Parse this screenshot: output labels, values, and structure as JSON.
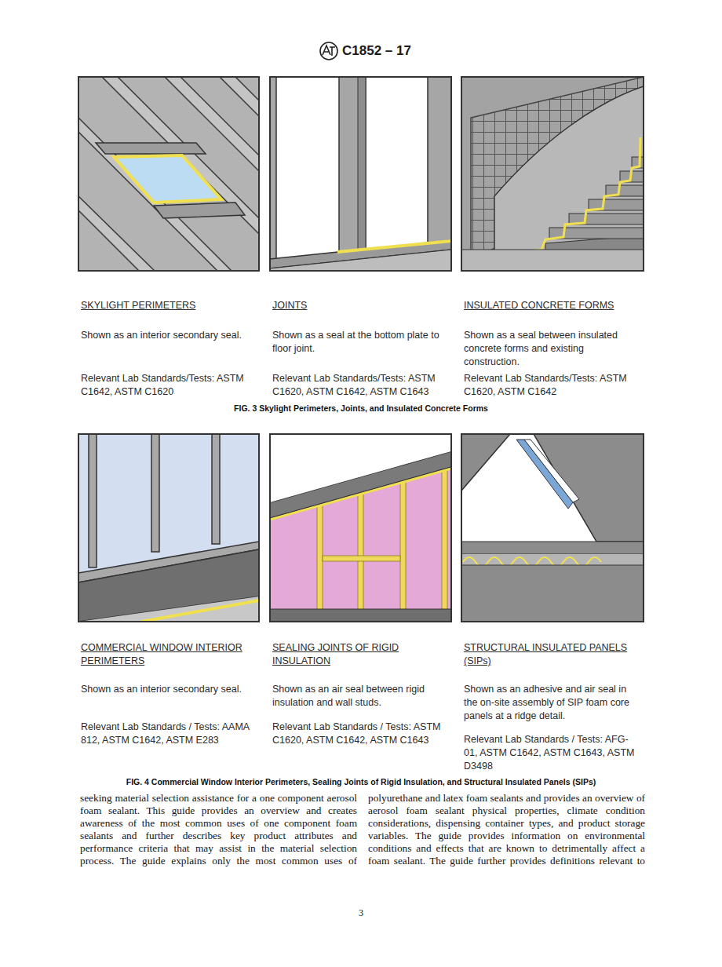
{
  "diagram": {
    "title": "C1852 – 17",
    "labels": [
      "SKYLIGHT PERIMETERS",
      "JOINTS",
      "INSULATED CONCRETE FORMS",
      "Shown as an interior secondary seal.",
      "Shown as a seal at the bottom plate to floor joint.",
      "Shown as a seal between insulated concrete forms and existing construction.",
      "Relevant Lab Standards/Tests: ASTM C1642, ASTM C1620",
      "Relevant Lab Standards/Tests: ASTM C1620, ASTM C1642, ASTM C1643",
      "Relevant Lab Standards/Tests: ASTM C1620, ASTM C1642",
      "FIG. 3 Skylight Perimeters, Joints, and Insulated Concrete Forms",
      "COMMERCIAL WINDOW INTERIOR PERIMETERS",
      "SEALING JOINTS OF RIGID INSULATION",
      "STRUCTURAL INSULATED PANELS (SIPs)",
      "Shown as an interior secondary seal.",
      "Shown as an air seal between rigid insulation and wall studs.",
      "Shown as an adhesive and air seal in the on-site assembly of SIP foam core panels at a ridge detail.",
      "Relevant Lab Standards / Tests: AAMA 812, ASTM C1642, ASTM E283",
      "Relevant Lab Standards / Tests: ASTM C1620, ASTM C1642, ASTM C1643",
      "Relevant Lab Standards / Tests: AFG-01, ASTM C1642, ASTM C1643, ASTM D3498",
      "FIG. 4 Commercial Window Interior Perimeters, Sealing Joints of Rigid Insulation, and Structural Insulated Panels (SIPs)",
      "seeking material selection assistance for a one component aerosol foam sealant. This guide provides an overview and creates awareness of the most common uses of one component foam sealants and further describes key product attributes and performance criteria that may assist in the material selection process. The guide explains only the most common uses of",
      "polyurethane and latex foam sealants and provides an overview of aerosol foam sealant physical properties, climate condition considerations, dispensing container types, and product storage variables. The guide provides information on environmental conditions and effects that are known to detrimentally affect a foam sealant. The guide further provides definitions relevant to",
      "3"
    ]
  }
}
